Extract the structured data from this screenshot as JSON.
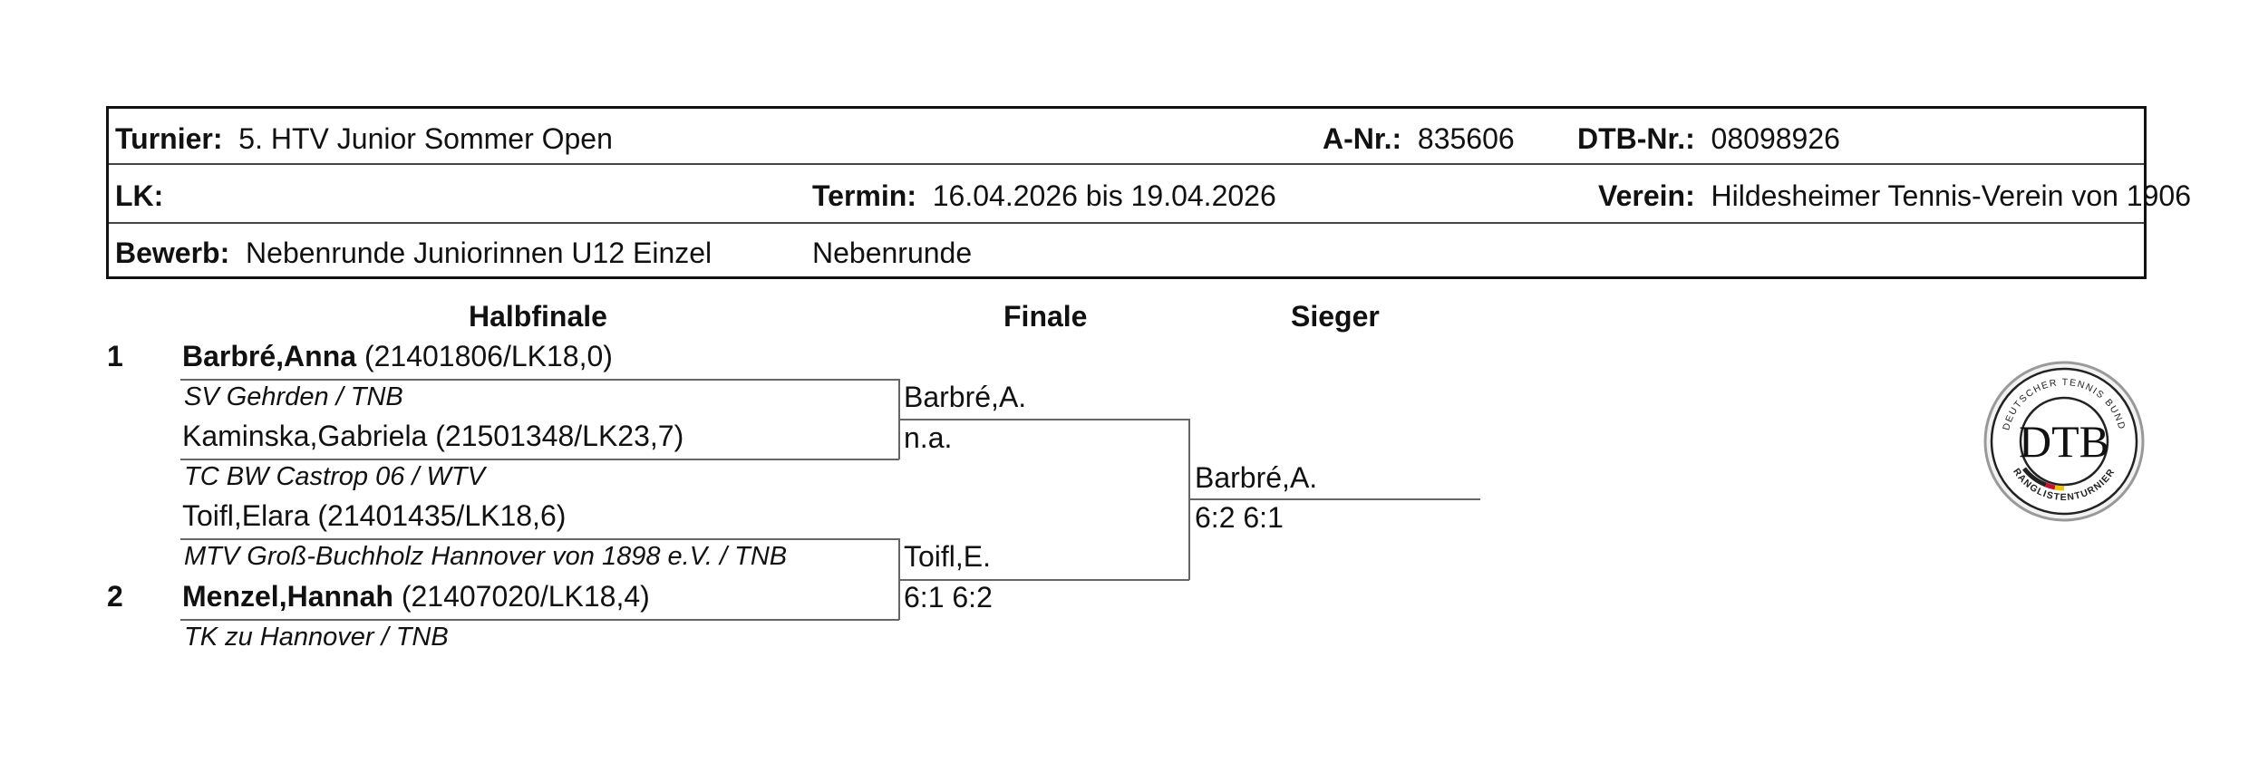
{
  "header": {
    "turnier_label": "Turnier:",
    "turnier_value": "5. HTV Junior Sommer Open",
    "anr_label": "A-Nr.:",
    "anr_value": "835606",
    "dtbnr_label": "DTB-Nr.:",
    "dtbnr_value": "08098926",
    "lk_label": "LK:",
    "termin_label": "Termin:",
    "termin_value": "16.04.2026 bis 19.04.2026",
    "verein_label": "Verein:",
    "verein_value": "Hildesheimer Tennis-Verein von 1906",
    "bewerb_label": "Bewerb:",
    "bewerb_value": "Nebenrunde Juniorinnen U12 Einzel",
    "bewerb_extra": "Nebenrunde"
  },
  "columns": {
    "semi": "Halbfinale",
    "final": "Finale",
    "winner": "Sieger"
  },
  "players": [
    {
      "seed": "1",
      "name": "Barbré,Anna",
      "info": "(21401806/LK18,0)",
      "club": "SV Gehrden / TNB"
    },
    {
      "seed": "",
      "name": "Kaminska,Gabriela",
      "info": "(21501348/LK23,7)",
      "club": "TC BW Castrop 06 / WTV"
    },
    {
      "seed": "",
      "name": "Toifl,Elara",
      "info": "(21401435/LK18,6)",
      "club": "MTV Groß-Buchholz Hannover von 1898 e.V. / TNB"
    },
    {
      "seed": "2",
      "name": "Menzel,Hannah",
      "info": "(21407020/LK18,4)",
      "club": "TK zu Hannover / TNB"
    }
  ],
  "semifinals": [
    {
      "winner": "Barbré,A.",
      "score": "n.a."
    },
    {
      "winner": "Toifl,E.",
      "score": "6:1 6:2"
    }
  ],
  "final": {
    "winner": "Barbré,A.",
    "score": "6:2 6:1"
  },
  "logo": {
    "top_text": "DEUTSCHER TENNIS BUND",
    "center_text": "DTB",
    "bottom_text": "RANGLISTENTURNIER"
  }
}
